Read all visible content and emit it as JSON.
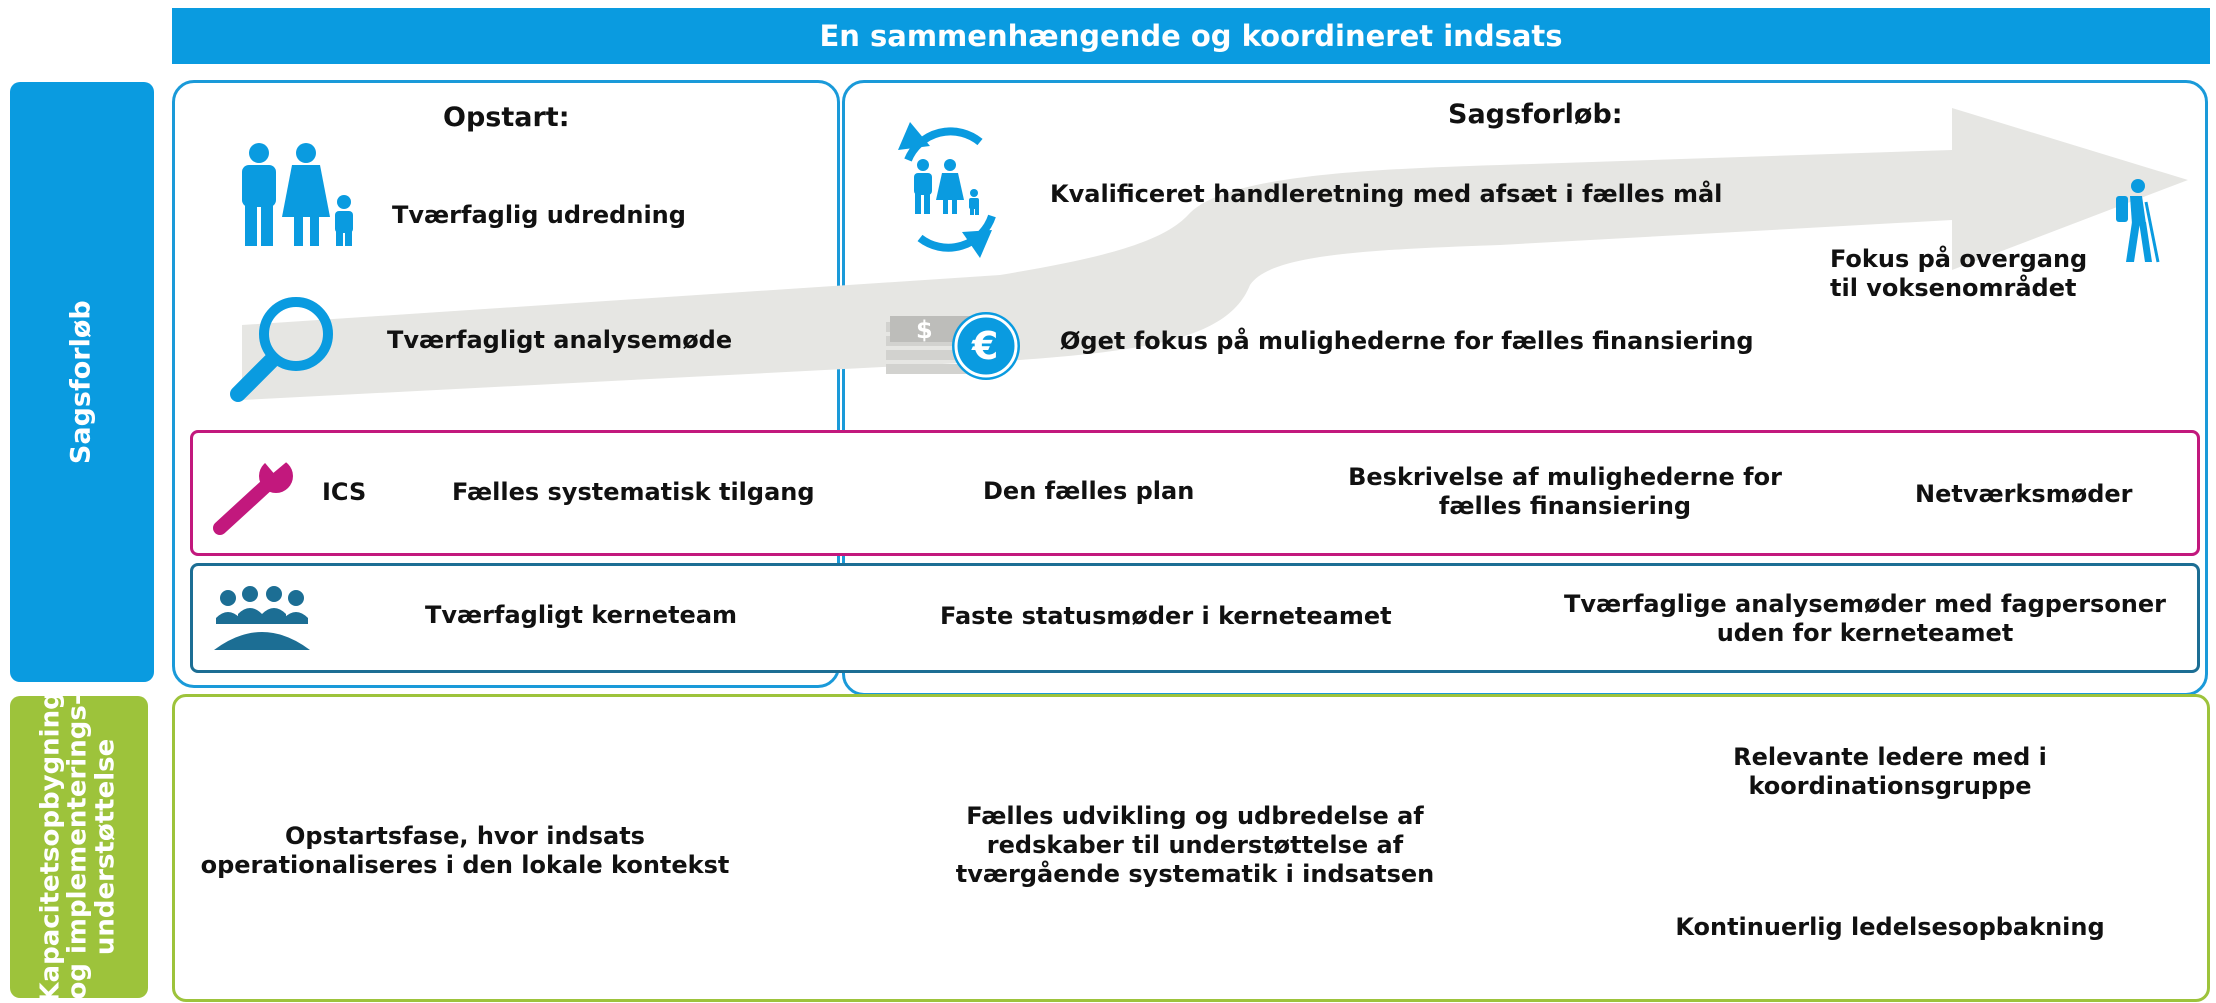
{
  "title": "En sammenhængende og koordineret indsats",
  "sidebar": {
    "sagsforloeb": "Sagsforløb",
    "kapacitet_lines": [
      "Kapacitetsopbygning",
      "og implementerings-",
      "understøttelse"
    ]
  },
  "opstart": {
    "header": "Opstart:",
    "item1": "Tværfaglig udredning",
    "item2": "Tværfagligt analysemøde"
  },
  "sagsforloeb": {
    "header": "Sagsforløb:",
    "item1": "Kvalificeret handleretning med afsæt i fælles mål",
    "item2": "Øget fokus på mulighederne for fælles finansiering",
    "goal_line1": "Fokus på overgang",
    "goal_line2": "til voksenområdet"
  },
  "ics_row": {
    "ics": "ICS",
    "item1": "Fælles systematisk tilgang",
    "item2": "Den fælles plan",
    "item3_line1": "Beskrivelse af mulighederne for",
    "item3_line2": "fælles finansiering",
    "item4": "Netværksmøder"
  },
  "team_row": {
    "item1": "Tværfagligt kerneteam",
    "item2": "Faste statusmøder i kerneteamet",
    "item3_line1": "Tværfaglige analysemøder med fagpersoner",
    "item3_line2": "uden for kerneteamet"
  },
  "kapacitet": {
    "col1_line1": "Opstartsfase, hvor indsats",
    "col1_line2": "operationaliseres i den lokale kontekst",
    "col2_line1": "Fælles udvikling og udbredelse af",
    "col2_line2": "redskaber til understøttelse af",
    "col2_line3": "tværgående systematik i indsatsen",
    "col3a_line1": "Relevante ledere med i",
    "col3a_line2": "koordinationsgruppe",
    "col3b": "Kontinuerlig ledelsesopbakning"
  },
  "icons": {
    "family": "family-icon",
    "family_cycle": "family-cycle-icon",
    "magnifier": "magnifier-icon",
    "money": "money-euro-icon",
    "hiker": "hiker-icon",
    "wrench": "wrench-icon",
    "team": "team-icon"
  },
  "colors": {
    "blue": "#0a9be0",
    "outline_blue": "#1a9ad9",
    "magenta": "#c2187d",
    "dark_blue": "#1c6e94",
    "green": "#9dc33b",
    "arrow_gray": "#e6e6e3"
  }
}
